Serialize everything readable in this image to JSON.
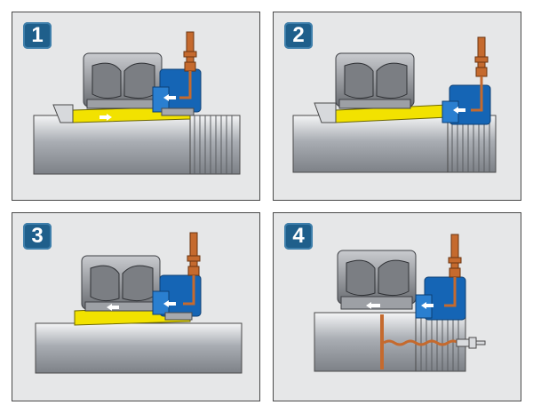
{
  "steps": [
    {
      "label": "1"
    },
    {
      "label": "2"
    },
    {
      "label": "3"
    },
    {
      "label": "4"
    }
  ],
  "colors": {
    "panel_bg": "#e6e7e8",
    "badge": "#1f5f8b",
    "nut": "#1565b5",
    "sleeve": "#f2e200",
    "fitting": "#c56a2e",
    "bearing": "#8a8c92",
    "shaft": "#b9bcc1"
  },
  "icons": [
    "arrow-left-icon",
    "arrow-right-icon",
    "pressure-fitting-icon"
  ]
}
